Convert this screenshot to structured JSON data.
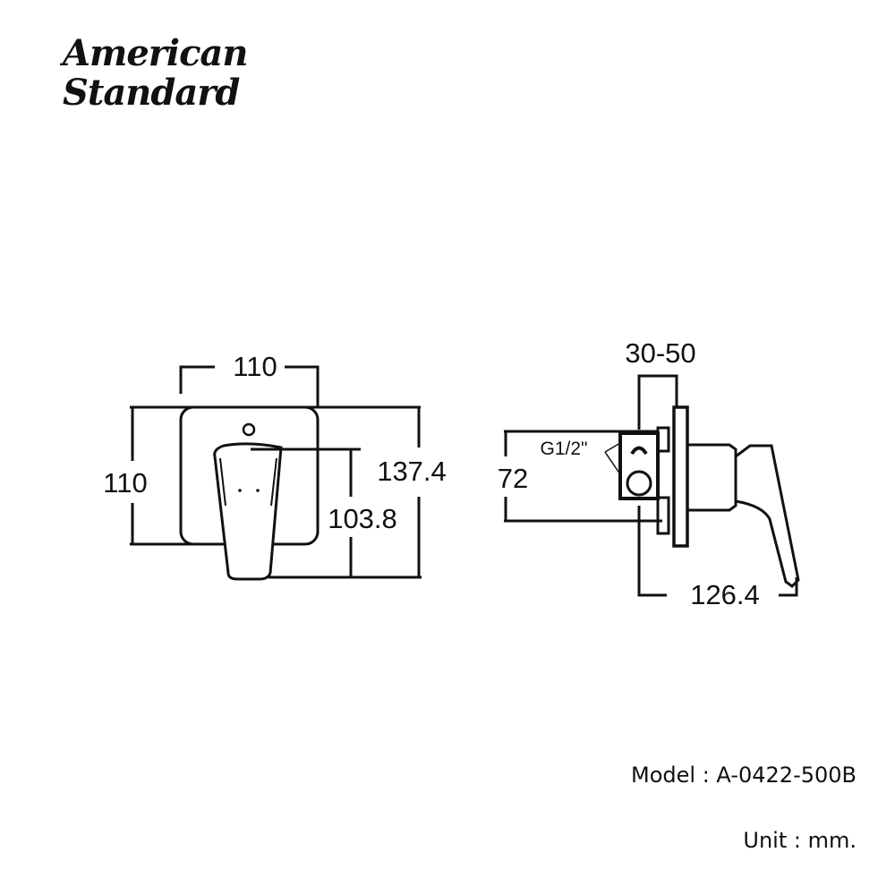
{
  "brand": {
    "line1": "American",
    "line2": "Standard"
  },
  "front_view": {
    "width": "110",
    "height": "110",
    "total_projection": "137.4",
    "handle_height": "103.8"
  },
  "side_view": {
    "wall_depth": "30-50",
    "body_height": "72",
    "connection": "G1/2\"",
    "total_depth": "126.4"
  },
  "model": "Model : A-0422-500B",
  "unit": "Unit : mm."
}
